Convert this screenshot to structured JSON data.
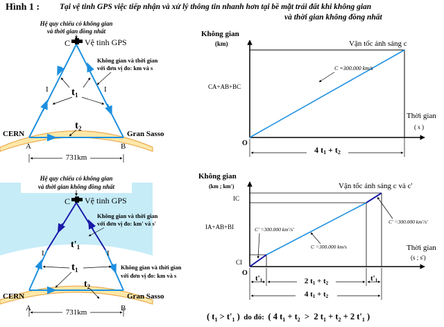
{
  "header": {
    "title": "Hình 1 :",
    "line1": "Tại vệ tinh GPS việc tiếp nhận và xử lý thông tin nhanh hơn tại bề mặt trái đất khi không gian",
    "line2": "và thời gian không đồng nhất"
  },
  "top_left": {
    "frame_line1": "Hệ quy chiếu có không gian",
    "frame_line2": "và thời gian đồng nhất",
    "satellite_letter": "C",
    "satellite_label": "Vệ tinh GPS",
    "space_time_line1": "Không gian và thời gian",
    "space_time_line2": "với đơn vị đo: km và s",
    "ray_left": "I",
    "ray_right": "I",
    "t1": "t",
    "t1_sub": "1",
    "t2": "t",
    "t2_sub": "2",
    "cern": "CERN",
    "gran_sasso": "Gran Sasso",
    "point_a": "A",
    "point_b": "B",
    "distance": "731km"
  },
  "bottom_left": {
    "frame_line1": "Hệ quy chiếu có không gian",
    "frame_line2": "và thời gian không đồng nhất",
    "satellite_letter": "C",
    "satellite_label": "Vệ tinh GPS",
    "upper_space_line1": "Không gian và thời gian",
    "upper_space_line2": "với đơn vị đo: km' và s'",
    "lower_space_line1": "Không gian và thời gian",
    "lower_space_line2": "với đơn vị đo: km và s",
    "ray_left": "I",
    "ray_right": "I",
    "t1p": "t'",
    "t1p_sub": "1",
    "t1": "t",
    "t1_sub": "1",
    "t2": "t",
    "t2_sub": "2",
    "cern": "CERN",
    "gran_sasso": "Gran Sasso",
    "point_a": "A",
    "point_b": "B",
    "distance": "731km"
  },
  "top_right": {
    "ylabel": "Không gian",
    "yunit": "(km)",
    "yvalue": "CA+AB+BC",
    "line_label": "Vận tốc ánh sáng c",
    "speed": "C =300.000 km/s",
    "xlabel": "Thời gian",
    "xunit": "( s )",
    "origin": "O",
    "x_expr_pre": "4 t",
    "x_expr_sub1": "1",
    "x_expr_mid": " + t",
    "x_expr_sub2": "2"
  },
  "bottom_right": {
    "ylabel": "Không gian",
    "yunit": "(km ; km')",
    "line_label": "Vận tốc ánh sáng  c và c'",
    "ic": "IC",
    "iabbi": "IA+AB+BI",
    "ci": "CI",
    "cprime_left": "C' =300.000 km'/s'",
    "c_mid": "C =300.000 km/s",
    "cprime_right": "C' =300.000 km'/s'",
    "xlabel": "Thời gian",
    "xunit": "(s ; s')",
    "origin": "O",
    "seg1": "t'",
    "seg1_sub": "1",
    "seg2_pre": "2 t",
    "seg2_sub1": "1",
    "seg2_mid": " + t",
    "seg2_sub2": "2",
    "seg3": "t'",
    "seg3_sub": "1",
    "total_pre": "4 t",
    "total_sub1": "1",
    "total_mid": " + t",
    "total_sub2": "2"
  },
  "footer": {
    "open": "( t",
    "s1": "1",
    "gt": " > t'",
    "s2": "1",
    "close": " )",
    "do_do": "  do đó:  ",
    "expr1": "( 4 t",
    "e1": "1",
    "expr2": " + t",
    "e2": "2",
    "expr3": "  >  2 t",
    "e3": "1",
    "expr4": " + t",
    "e4": "2",
    "expr5": " + 2 t'",
    "e5": "1",
    "expr6": " )"
  },
  "colors": {
    "blue_line": "#1e90e0",
    "dark_blue": "#1a1aa8",
    "cyan_band": "#c6ecf8",
    "earth": "#fde8a8",
    "earth_edge": "#e8a040"
  }
}
